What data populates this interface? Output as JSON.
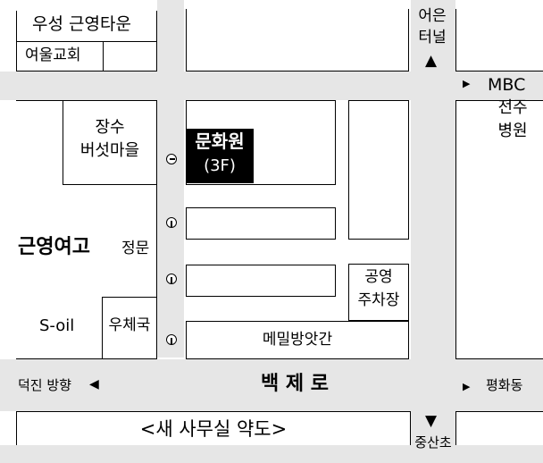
{
  "labels": {
    "usung": "우성 근영타운",
    "yeoul": "여울교회",
    "eoeun_1": "어은",
    "eoeun_2": "터널",
    "mbc": "MBC",
    "hospital_1": "전주",
    "hospital_2": "병원",
    "jangsu_1": "장수",
    "jangsu_2": "버섯마을",
    "munhwa": "문화원",
    "floor": "(3F)",
    "school": "근영여고",
    "main_gate": "정문",
    "parking_1": "공영",
    "parking_2": "주차장",
    "soil": "S-oil",
    "post": "우체국",
    "memil": "메밀방앗간",
    "deokjin": "덕진 방향",
    "road": "백 제 로",
    "pyeonghwa": "평화동",
    "footer": "<새 사무실 약도>",
    "jungsan": "중산초"
  },
  "colors": {
    "road": "#e6e6e6",
    "highlight": "#000000",
    "line": "#000000",
    "background": "#ffffff"
  },
  "icons": {
    "arrow_up": "▲",
    "arrow_down": "▼",
    "arrow_left": "◀",
    "arrow_right": "▶"
  }
}
